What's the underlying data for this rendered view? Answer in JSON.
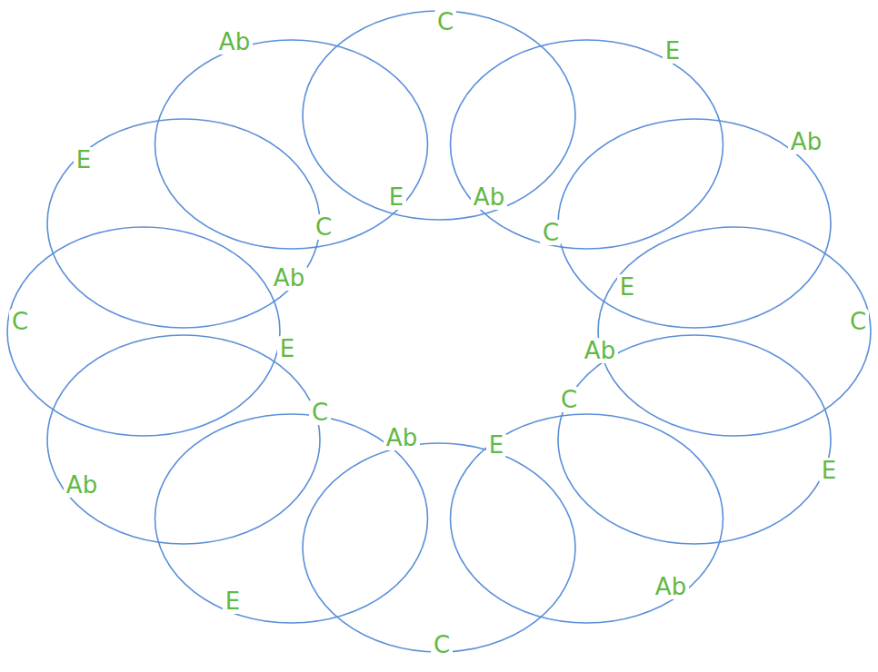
{
  "diagram": {
    "labels": [
      "E",
      "Ab",
      "C",
      "E",
      "Ab",
      "C",
      "E",
      "Ab",
      "C",
      "E",
      "Ab",
      "C",
      "E",
      "Ab",
      "C",
      "E",
      "Ab",
      "C",
      "E",
      "Ab",
      "C",
      "E",
      "Ab",
      "C"
    ]
  }
}
